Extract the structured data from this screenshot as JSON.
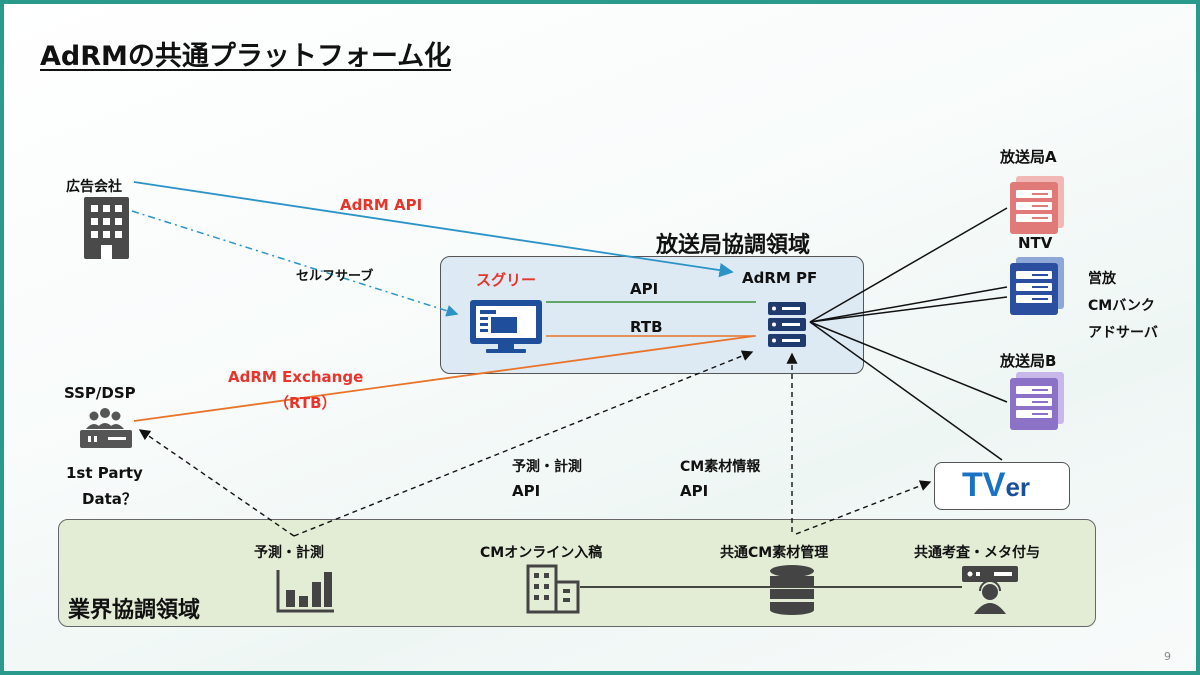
{
  "title": "AdRMの共通プラットフォーム化",
  "regions": {
    "broadcast": "放送局協調領域",
    "industry": "業界協調領域"
  },
  "nodes": {
    "ad_agency": "広告会社",
    "sugury": "スグリー",
    "adrm_pf": "AdRM PF",
    "ssp_dsp": "SSP/DSP",
    "first_party_line1": "1st Party",
    "first_party_line2": "Data？",
    "station_a": "放送局A",
    "ntv": "NTV",
    "station_b": "放送局B",
    "tver": "TVer",
    "ntv_note": [
      "営放",
      "CMバンク",
      "アドサーバ"
    ]
  },
  "edge_labels": {
    "adrm_api": "AdRM API",
    "self_serve": "セルフサーブ",
    "api": "API",
    "rtb": "RTB",
    "exchange_line1": "AdRM Exchange",
    "exchange_line2": "（RTB）",
    "forecast_api_line1": "予測・計測",
    "forecast_api_line2": "API",
    "cm_info_line1": "CM素材情報",
    "cm_info_line2": "API"
  },
  "industry_items": {
    "forecast": "予測・計測",
    "cm_online": "CMオンライン入稿",
    "cm_material": "共通CM素材管理",
    "review": "共通考査・メタ付与"
  },
  "page_number": "9",
  "colors": {
    "api_line": "#2c93c9",
    "exchange_line": "#e8742b",
    "green_line": "#3a8f3a",
    "station_a": "#e07a78",
    "ntv": "#2b4f9e",
    "station_b": "#8b72c6",
    "icon_dark": "#444444",
    "server_blue": "#1f3a6e"
  }
}
